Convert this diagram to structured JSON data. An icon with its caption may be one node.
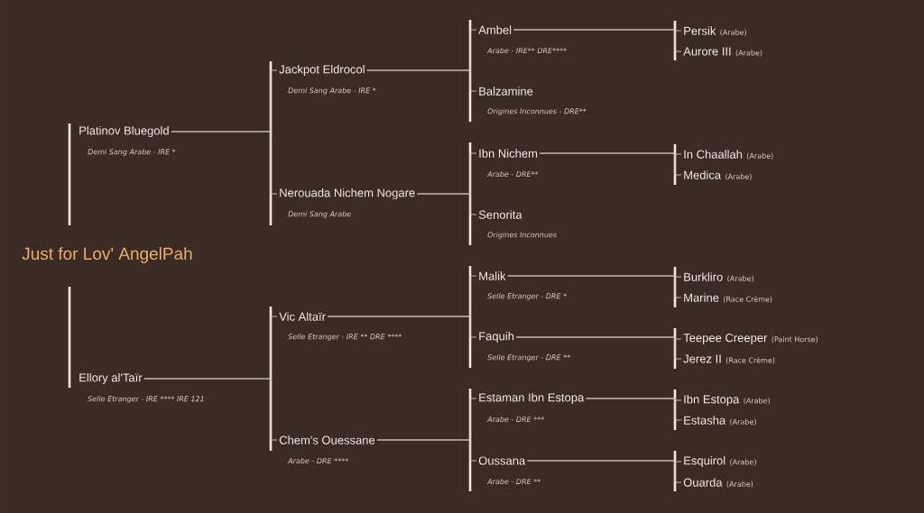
{
  "diagram": {
    "nodes": [
      {
        "text": [
          "Just for Lov' AngelPah"
        ]
      },
      {
        "text": [
          "Platinov Bluegold",
          "Demi Sang Arabe - IRE *"
        ]
      },
      {
        "text": [
          "Ellory al'Taïr",
          "Selle Etranger - IRE **** IRE 121"
        ]
      },
      {
        "text": [
          "Jackpot Eldrocol",
          "Demi Sang Arabe - IRE *"
        ]
      },
      {
        "text": [
          "Nerouada Nichem Nogare",
          "Demi Sang Arabe"
        ]
      },
      {
        "text": [
          "Vic Altaïr",
          "Selle Etranger - IRE **  DRE ****"
        ]
      },
      {
        "text": [
          "Chem's Ouessane",
          "Arabe - DRE ****"
        ]
      },
      {
        "text": [
          "Ambel",
          "Arabe - IRE** DRE****"
        ]
      },
      {
        "text": [
          "Balzamine",
          "Origines Inconnues - DRE**"
        ]
      },
      {
        "text": [
          "Ibn Nichem",
          "Arabe - DRE**"
        ]
      },
      {
        "text": [
          "Senorita",
          "Origines Inconnues"
        ]
      },
      {
        "text": [
          "Malik",
          "Selle Etranger - DRE *"
        ]
      },
      {
        "text": [
          "Faquih",
          "Selle Etranger - DRE **"
        ]
      },
      {
        "text": [
          "Estaman Ibn Estopa",
          "Arabe - DRE ***"
        ]
      },
      {
        "text": [
          "Oussana",
          "Arabe - DRE **"
        ]
      },
      {
        "text": [
          "Persik",
          "(Arabe)"
        ]
      },
      {
        "text": [
          "Aurore III",
          "(Arabe)"
        ]
      },
      {
        "text": [
          "In Chaallah",
          "(Arabe)"
        ]
      },
      {
        "text": [
          "Medica",
          "(Arabe)"
        ]
      },
      {
        "text": [
          "Burkliro",
          "(Arabe)"
        ]
      },
      {
        "text": [
          "Marine",
          "(Race Crème)"
        ]
      },
      {
        "text": [
          "Teepee Creeper",
          "(Paint Horse)"
        ]
      },
      {
        "text": [
          "Jerez II",
          "(Race Crème)"
        ]
      },
      {
        "text": [
          "Ibn Estopa",
          "(Arabe)"
        ]
      },
      {
        "text": [
          "Estasha",
          "(Arabe)"
        ]
      },
      {
        "text": [
          "Esquirol",
          "(Arabe)"
        ]
      },
      {
        "text": [
          "Ouarda",
          "(Arabe)"
        ]
      }
    ],
    "edges": [
      {
        "from": 1,
        "to": 3,
        "arrow": "none"
      },
      {
        "from": 1,
        "to": 4,
        "arrow": "none"
      },
      {
        "from": 2,
        "to": 5,
        "arrow": "none"
      },
      {
        "from": 2,
        "to": 6,
        "arrow": "none"
      },
      {
        "from": 3,
        "to": 7,
        "arrow": "none"
      },
      {
        "from": 3,
        "to": 8,
        "arrow": "none"
      },
      {
        "from": 4,
        "to": 9,
        "arrow": "none"
      },
      {
        "from": 4,
        "to": 10,
        "arrow": "none"
      },
      {
        "from": 5,
        "to": 11,
        "arrow": "none"
      },
      {
        "from": 5,
        "to": 12,
        "arrow": "none"
      },
      {
        "from": 6,
        "to": 13,
        "arrow": "none"
      },
      {
        "from": 6,
        "to": 14,
        "arrow": "none"
      },
      {
        "from": 7,
        "to": 15,
        "arrow": "none"
      },
      {
        "from": 7,
        "to": 16,
        "arrow": "none"
      },
      {
        "from": 9,
        "to": 17,
        "arrow": "none"
      },
      {
        "from": 9,
        "to": 18,
        "arrow": "none"
      },
      {
        "from": 11,
        "to": 19,
        "arrow": "none"
      },
      {
        "from": 11,
        "to": 20,
        "arrow": "none"
      },
      {
        "from": 12,
        "to": 21,
        "arrow": "none"
      },
      {
        "from": 12,
        "to": 22,
        "arrow": "none"
      },
      {
        "from": 13,
        "to": 23,
        "arrow": "none"
      },
      {
        "from": 13,
        "to": 24,
        "arrow": "none"
      },
      {
        "from": 14,
        "to": 25,
        "arrow": "none"
      },
      {
        "from": 14,
        "to": 26,
        "arrow": "none"
      }
    ]
  }
}
